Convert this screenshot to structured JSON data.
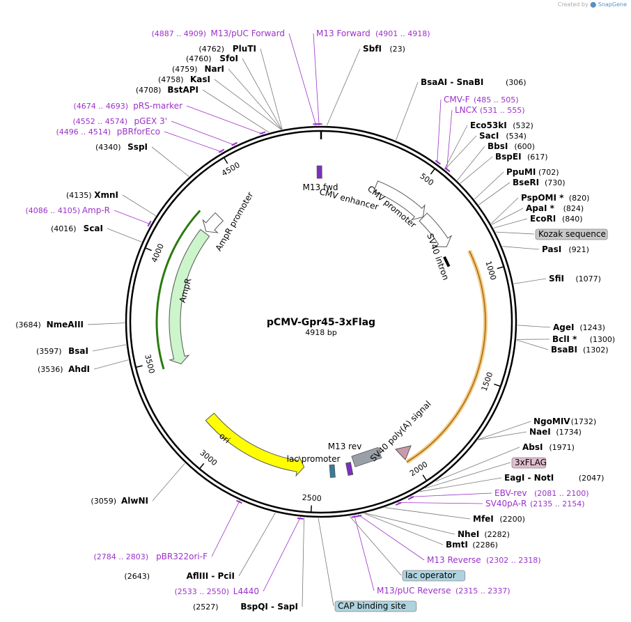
{
  "credit": {
    "prefix": "Created by",
    "brand": "SnapGene"
  },
  "plasmid": {
    "name": "pCMV-Gpr45-3xFlag",
    "length_label": "4918 bp",
    "length": 4918
  },
  "colors": {
    "enzyme": "#000000",
    "primer": "#9b30c9",
    "misc_box": "#c8c8c8",
    "flag_box": "#e0bccc",
    "lac_box": "#aed3df",
    "ori": "#ffff00",
    "ampr": "#ccf5cc",
    "sv40pa": "#c99aaa",
    "orf": "#f0a830"
  },
  "ring": {
    "ticks": [
      500,
      1000,
      1500,
      2000,
      2500,
      3000,
      3500,
      4000,
      4500
    ]
  },
  "features": [
    {
      "name": "CMV enhancer",
      "start": 300,
      "end": 604,
      "shape": "arrow-out",
      "color": "#ffffff"
    },
    {
      "name": "CMV promoter",
      "start": 605,
      "end": 808,
      "shape": "arrow-out",
      "color": "#ffffff"
    },
    {
      "name": "M13 fwd",
      "start": 4901,
      "end": 4918,
      "shape": "box",
      "color": "#7b2fbf"
    },
    {
      "name": "SV40 intron",
      "start": 850,
      "end": 910,
      "shape": "bar",
      "color": "#000000"
    },
    {
      "name": "AmpR promoter",
      "start": 4210,
      "end": 4315,
      "shape": "arrow-in",
      "color": "#ffffff"
    },
    {
      "name": "AmpR",
      "start": 3460,
      "end": 4200,
      "shape": "arrow-in",
      "color": "#ccf5cc"
    },
    {
      "name": "ori",
      "start": 2550,
      "end": 3135,
      "shape": "arrow-in",
      "color": "#ffff00"
    },
    {
      "name": "SV40 poly(A) signal",
      "start": 2150,
      "end": 2260,
      "shape": "box",
      "color": "#9aa0a8"
    },
    {
      "name": "lac promoter",
      "start": 2380,
      "end": 2420,
      "shape": "box",
      "color": "#3a7b9a"
    },
    {
      "name": "M13 rev",
      "start": 2302,
      "end": 2318,
      "shape": "box",
      "color": "#7b2fbf"
    }
  ],
  "labels": [
    {
      "text": "PluTI",
      "pos": "(4762)",
      "type": "enzyme",
      "site": 4762
    },
    {
      "text": "SfoI",
      "pos": "(4760)",
      "type": "enzyme",
      "site": 4760
    },
    {
      "text": "NarI",
      "pos": "(4759)",
      "type": "enzyme",
      "site": 4759
    },
    {
      "text": "KasI",
      "pos": "(4758)",
      "type": "enzyme",
      "site": 4758
    },
    {
      "text": "BstAPI",
      "pos": "(4708)",
      "type": "enzyme",
      "site": 4708
    },
    {
      "text": "pRS-marker",
      "pos": "(4674 .. 4693)",
      "type": "primer",
      "site": 4683
    },
    {
      "text": "pGEX 3'",
      "pos": "(4552 .. 4574)",
      "type": "primer",
      "site": 4563
    },
    {
      "text": "pBRforEco",
      "pos": "(4496 .. 4514)",
      "type": "primer",
      "site": 4505
    },
    {
      "text": "SspI",
      "pos": "(4340)",
      "type": "enzyme",
      "site": 4340
    },
    {
      "text": "XmnI",
      "pos": "(4135)",
      "type": "enzyme",
      "site": 4135
    },
    {
      "text": "Amp-R",
      "pos": "(4086 .. 4105)",
      "type": "primer",
      "site": 4095
    },
    {
      "text": "ScaI",
      "pos": "(4016)",
      "type": "enzyme",
      "site": 4016
    },
    {
      "text": "NmeAIII",
      "pos": "(3684)",
      "type": "enzyme",
      "site": 3684
    },
    {
      "text": "BsaI",
      "pos": "(3597)",
      "type": "enzyme",
      "site": 3597
    },
    {
      "text": "AhdI",
      "pos": "(3536)",
      "type": "enzyme",
      "site": 3536
    },
    {
      "text": "AlwNI",
      "pos": "(3059)",
      "type": "enzyme",
      "site": 3059
    },
    {
      "text": "pBR322ori-F",
      "pos": "(2784 .. 2803)",
      "type": "primer",
      "site": 2793
    },
    {
      "text": "AflIII  -  PciI",
      "pos": "(2643)",
      "type": "enzyme",
      "site": 2643
    },
    {
      "text": "L4440",
      "pos": "(2533 .. 2550)",
      "type": "primer",
      "site": 2541
    },
    {
      "text": "BspQI  -  SapI",
      "pos": "(2527)",
      "type": "enzyme",
      "site": 2527
    },
    {
      "text": "CAP binding site",
      "pos": "",
      "type": "lac",
      "site": 2470
    },
    {
      "text": "M13/pUC Reverse",
      "pos": "(2315 .. 2337)",
      "type": "primer",
      "site": 2326
    },
    {
      "text": "lac operator",
      "pos": "",
      "type": "lac",
      "site": 2345
    },
    {
      "text": "M13 Reverse",
      "pos": "(2302 .. 2318)",
      "type": "primer",
      "site": 2310
    },
    {
      "text": "BmtI",
      "pos": "(2286)",
      "type": "enzyme",
      "site": 2286
    },
    {
      "text": "NheI",
      "pos": "(2282)",
      "type": "enzyme",
      "site": 2282
    },
    {
      "text": "MfeI",
      "pos": "(2200)",
      "type": "enzyme",
      "site": 2200
    },
    {
      "text": "SV40pA-R",
      "pos": "(2135 .. 2154)",
      "type": "primer",
      "site": 2144
    },
    {
      "text": "EBV-rev",
      "pos": "(2081 .. 2100)",
      "type": "primer",
      "site": 2090
    },
    {
      "text": "EagI  -  NotI",
      "pos": "(2047)",
      "type": "enzyme",
      "site": 2047
    },
    {
      "text": "3xFLAG",
      "pos": "",
      "type": "flag",
      "site": 2020
    },
    {
      "text": "AbsI",
      "pos": "(1971)",
      "type": "enzyme",
      "site": 1971
    },
    {
      "text": "NaeI",
      "pos": "(1734)",
      "type": "enzyme",
      "site": 1734
    },
    {
      "text": "NgoMIV",
      "pos": "(1732)",
      "type": "enzyme",
      "site": 1732
    },
    {
      "text": "BsaBI",
      "pos": "(1302)",
      "type": "enzyme",
      "site": 1302
    },
    {
      "text": "BclI *",
      "pos": "(1300)",
      "type": "enzyme",
      "site": 1300
    },
    {
      "text": "AgeI",
      "pos": "(1243)",
      "type": "enzyme",
      "site": 1243
    },
    {
      "text": "SfiI",
      "pos": "(1077)",
      "type": "enzyme",
      "site": 1077
    },
    {
      "text": "PasI",
      "pos": "(921)",
      "type": "enzyme",
      "site": 921
    },
    {
      "text": "Kozak sequence",
      "pos": "",
      "type": "misc",
      "site": 858
    },
    {
      "text": "EcoRI",
      "pos": "(840)",
      "type": "enzyme",
      "site": 840
    },
    {
      "text": "ApaI *",
      "pos": "(824)",
      "type": "enzyme",
      "site": 824
    },
    {
      "text": "PspOMI *",
      "pos": "(820)",
      "type": "enzyme",
      "site": 820
    },
    {
      "text": "BseRI",
      "pos": "(730)",
      "type": "enzyme",
      "site": 730
    },
    {
      "text": "PpuMI",
      "pos": "(702)",
      "type": "enzyme",
      "site": 702
    },
    {
      "text": "BspEI",
      "pos": "(617)",
      "type": "enzyme",
      "site": 617
    },
    {
      "text": "BbsI",
      "pos": "(600)",
      "type": "enzyme",
      "site": 600
    },
    {
      "text": "SacI",
      "pos": "(534)",
      "type": "enzyme",
      "site": 534
    },
    {
      "text": "Eco53kI",
      "pos": "(532)",
      "type": "enzyme",
      "site": 532
    },
    {
      "text": "LNCX",
      "pos": "(531 .. 555)",
      "type": "primer",
      "site": 543
    },
    {
      "text": "CMV-F",
      "pos": "(485 .. 505)",
      "type": "primer",
      "site": 495
    },
    {
      "text": "BsaAI  -  SnaBI",
      "pos": "(306)",
      "type": "enzyme",
      "site": 306
    },
    {
      "text": "SbfI",
      "pos": "(23)",
      "type": "enzyme",
      "site": 23
    },
    {
      "text": "M13 Forward",
      "pos": "(4901 .. 4918)",
      "type": "primer",
      "site": 4910
    },
    {
      "text": "M13/pUC Forward",
      "pos": "(4887 .. 4909)",
      "type": "primer",
      "site": 4898
    }
  ]
}
